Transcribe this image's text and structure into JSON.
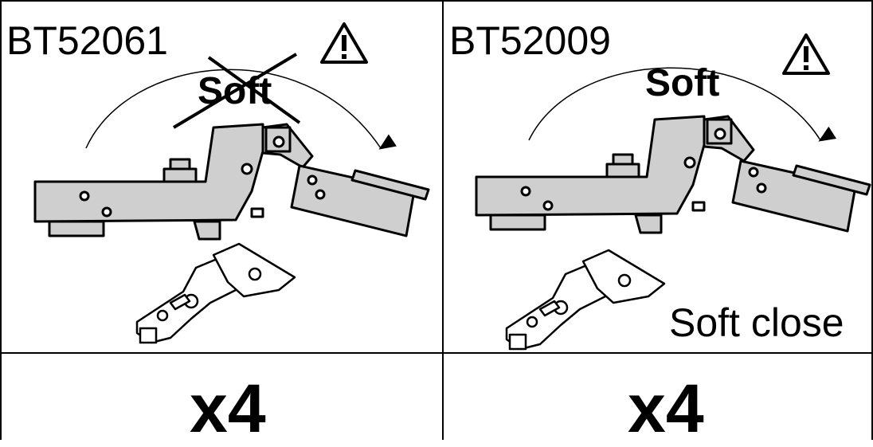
{
  "panels": [
    {
      "part_code": "BT52061",
      "soft_label": "Soft",
      "soft_crossed": true,
      "quantity": "x4"
    },
    {
      "part_code": "BT52009",
      "soft_label": "Soft",
      "soft_crossed": false,
      "quantity": "x4",
      "caption": "Soft close"
    }
  ],
  "icons": [
    "warning-triangle-icon",
    "arrow-arc-icon",
    "cross-out-icon",
    "hinge-side-view-icon",
    "hinge-isometric-icon"
  ],
  "colors": {
    "ink": "#000000",
    "hinge_fill": "#cfcfcf",
    "background": "#ffffff"
  }
}
